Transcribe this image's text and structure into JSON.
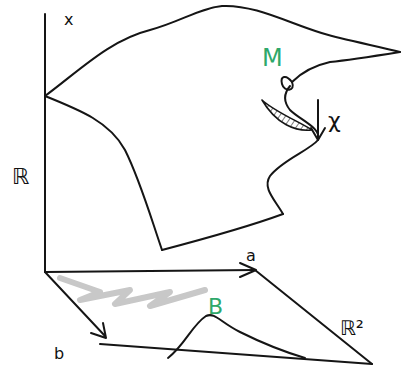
{
  "diagram": {
    "labels": [
      "x",
      "M",
      "ℝ",
      "a",
      "b",
      "B",
      "ℝ²",
      "χ"
    ]
  }
}
